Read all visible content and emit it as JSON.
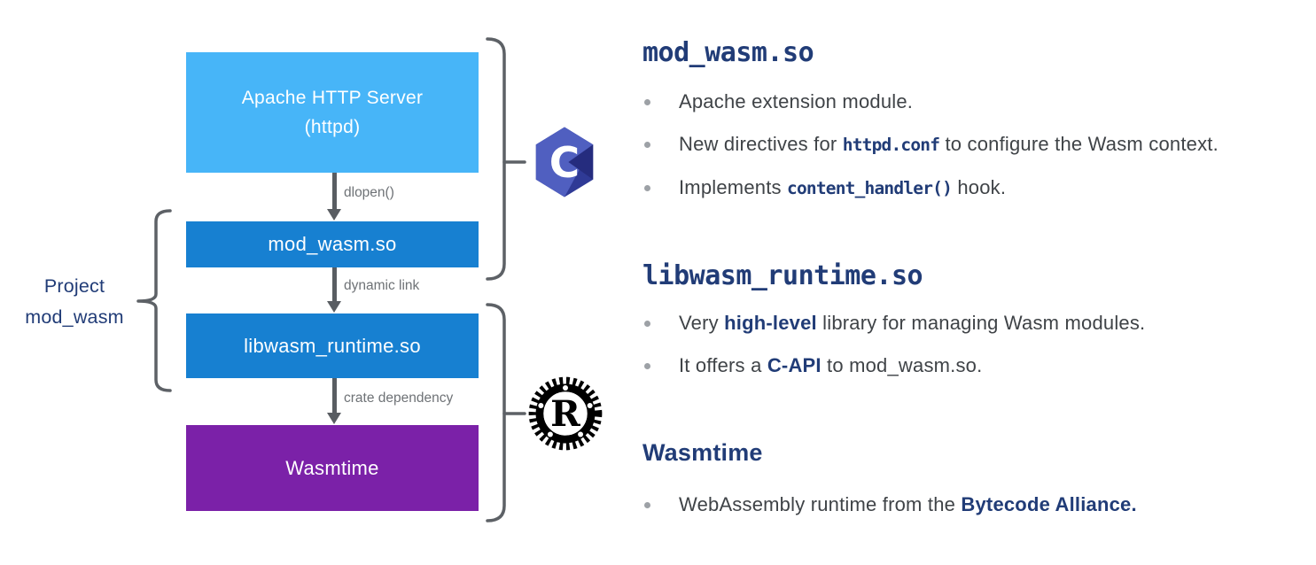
{
  "colors": {
    "light_blue_box": "#47b5f8",
    "blue_box": "#1780d1",
    "purple_box": "#7b21a8",
    "navy_text": "#213c77",
    "arrow_gray": "#595d62",
    "label_gray": "#6e7276",
    "body_text": "#3f4347",
    "c_logo_light": "#505fc0",
    "c_logo_dark": "#2f3a96",
    "rust_logo": "#000000"
  },
  "diagram": {
    "boxes": [
      {
        "name": "apache-http-server",
        "label_line1": "Apache HTTP Server",
        "label_line2": "(httpd)",
        "color": "#47b5f8"
      },
      {
        "name": "mod_wasm",
        "label": "mod_wasm.so",
        "color": "#1780d1"
      },
      {
        "name": "libwasm_runtime",
        "label": "libwasm_runtime.so",
        "color": "#1780d1"
      },
      {
        "name": "wasmtime",
        "label": "Wasmtime",
        "color": "#7b21a8"
      }
    ],
    "arrows": [
      {
        "label": "dlopen()"
      },
      {
        "label": "dynamic link"
      },
      {
        "label": "crate dependency"
      }
    ],
    "project_brace": {
      "line1": "Project",
      "line2": "mod_wasm"
    },
    "icons": {
      "c": "c-language-logo",
      "rust": "rust-logo"
    }
  },
  "sections": [
    {
      "heading": "mod_wasm.so",
      "heading_style": "mono",
      "bullets": [
        {
          "parts": [
            {
              "text": "Apache extension module.",
              "style": "plain"
            }
          ]
        },
        {
          "parts": [
            {
              "text": "New directives for ",
              "style": "plain"
            },
            {
              "text": "httpd.conf",
              "style": "code"
            },
            {
              "text": " to configure the Wasm context.",
              "style": "plain"
            }
          ]
        },
        {
          "parts": [
            {
              "text": "Implements ",
              "style": "plain"
            },
            {
              "text": "content_handler()",
              "style": "code"
            },
            {
              "text": " hook.",
              "style": "plain"
            }
          ]
        }
      ]
    },
    {
      "heading": "libwasm_runtime.so",
      "heading_style": "mono",
      "bullets": [
        {
          "parts": [
            {
              "text": "Very ",
              "style": "plain"
            },
            {
              "text": "high-level",
              "style": "bold-navy"
            },
            {
              "text": " library for managing Wasm modules.",
              "style": "plain"
            }
          ]
        },
        {
          "parts": [
            {
              "text": "It offers a ",
              "style": "plain"
            },
            {
              "text": "C-API",
              "style": "bold-navy"
            },
            {
              "text": " to mod_wasm.so.",
              "style": "plain"
            }
          ]
        }
      ]
    },
    {
      "heading": "Wasmtime",
      "heading_style": "sans",
      "bullets": [
        {
          "parts": [
            {
              "text": "WebAssembly runtime from the ",
              "style": "plain"
            },
            {
              "text": "Bytecode Alliance.",
              "style": "bold-navy"
            }
          ]
        }
      ]
    }
  ]
}
